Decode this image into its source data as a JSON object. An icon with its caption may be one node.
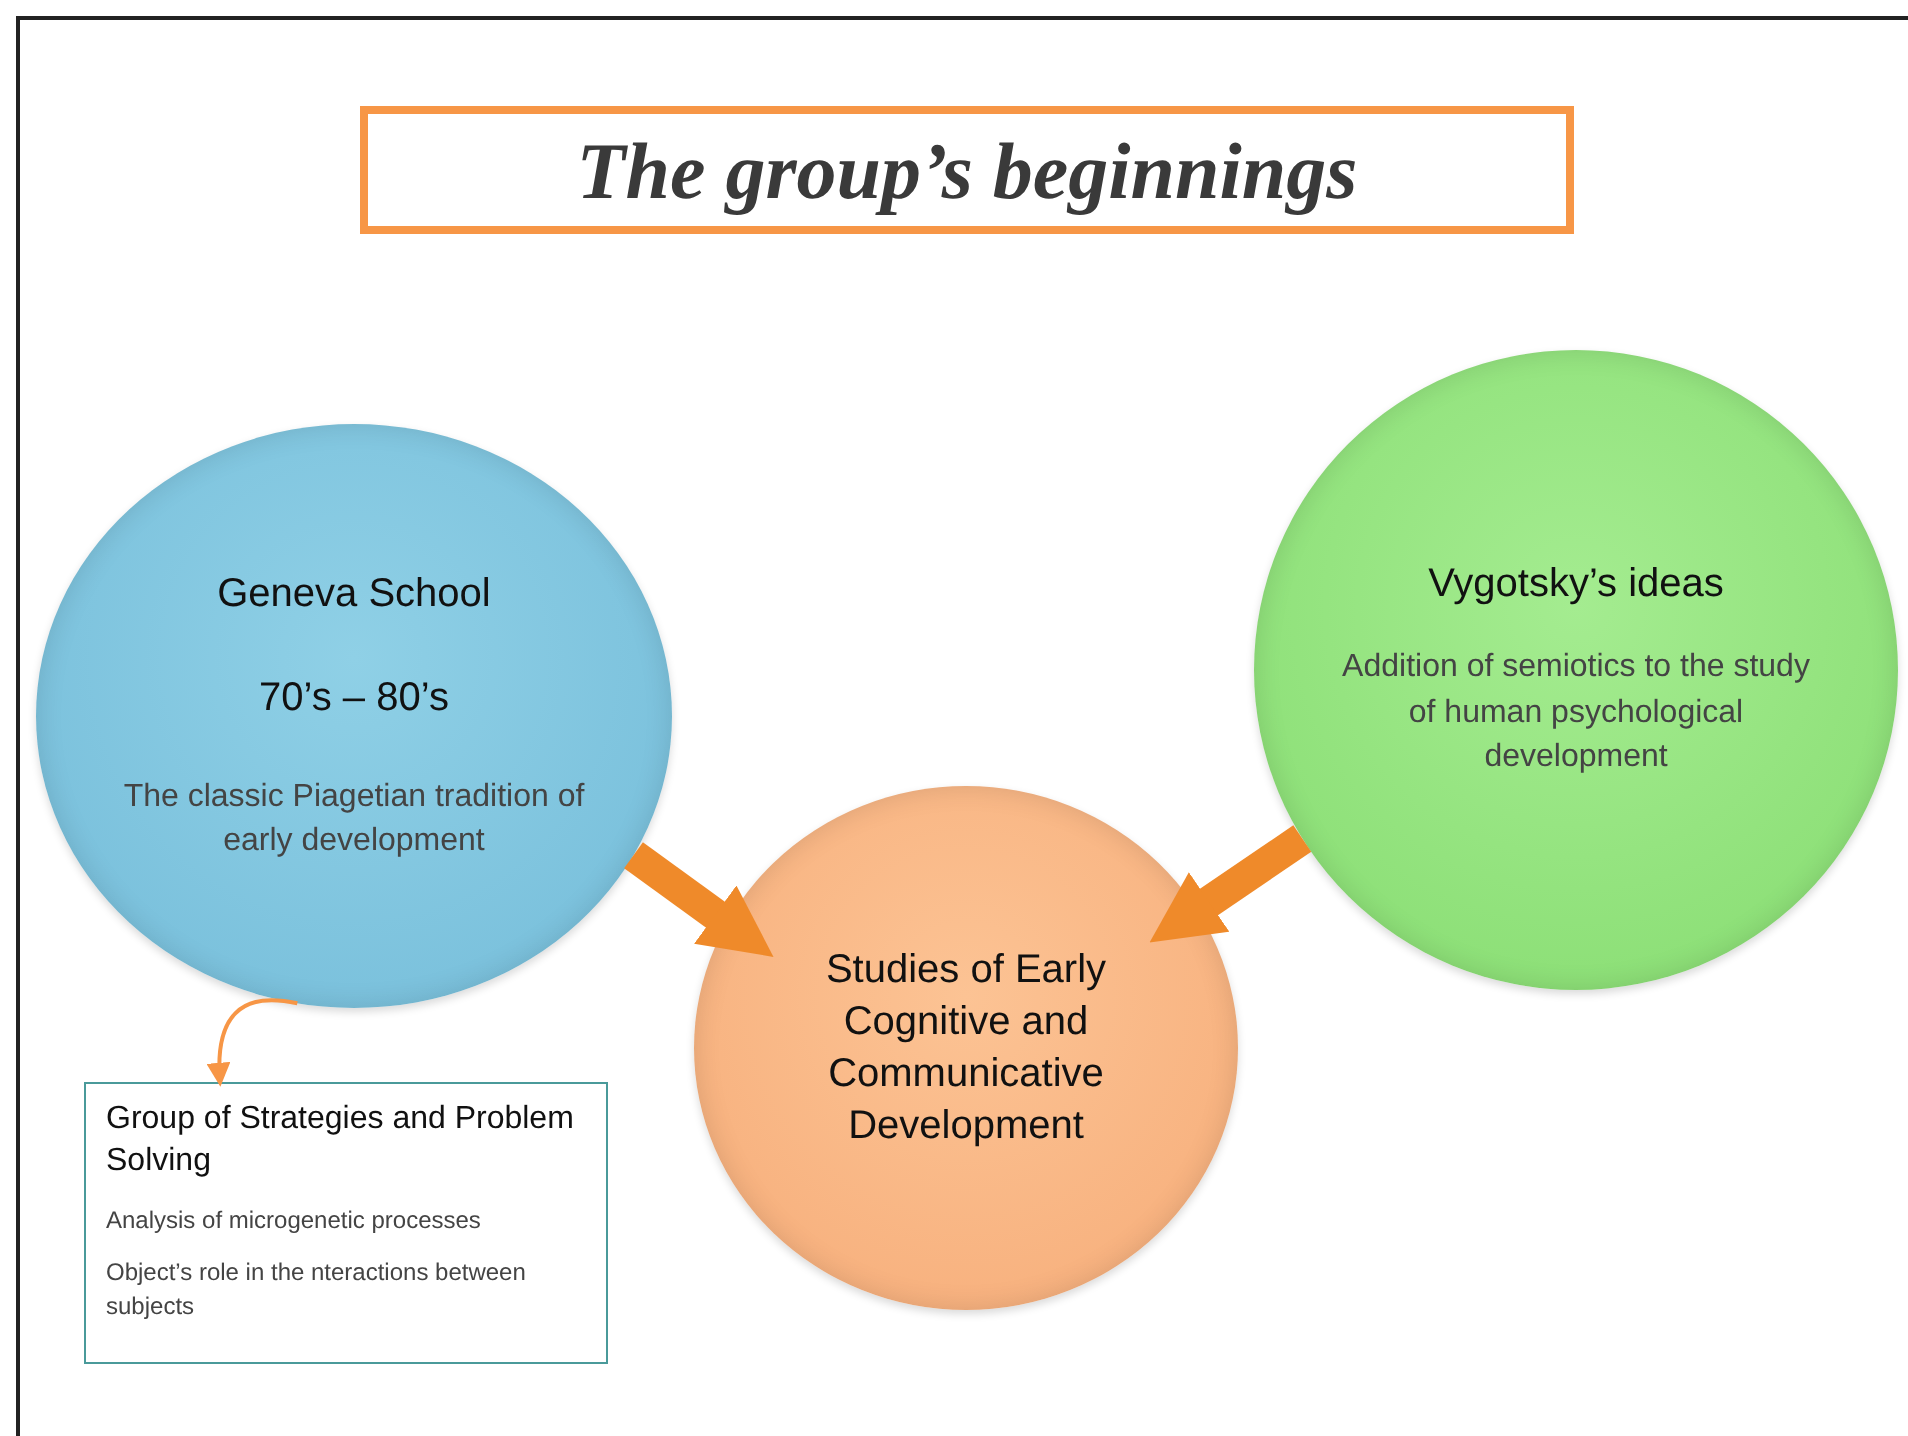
{
  "diagram": {
    "title": "The group’s beginnings",
    "nodes": [
      {
        "text": [
          "Geneva School",
          "70’s – 80’s",
          "The classic Piagetian tradition of early development"
        ]
      },
      {
        "text": [
          "Vygotsky’s ideas",
          "Addition of semiotics to the study of human psychological development"
        ]
      },
      {
        "text": [
          "Studies of Early Cognitive and Communicative Development"
        ]
      },
      {
        "text": [
          "Group of Strategies and Problem Solving",
          "Analysis of microgenetic processes",
          "Object’s role in the nteractions between subjects"
        ]
      }
    ],
    "edges": [
      {
        "from": 0,
        "to": 2,
        "arrow": "to"
      },
      {
        "from": 1,
        "to": 2,
        "arrow": "to"
      },
      {
        "from": 0,
        "to": 3,
        "arrow": "to"
      }
    ]
  }
}
